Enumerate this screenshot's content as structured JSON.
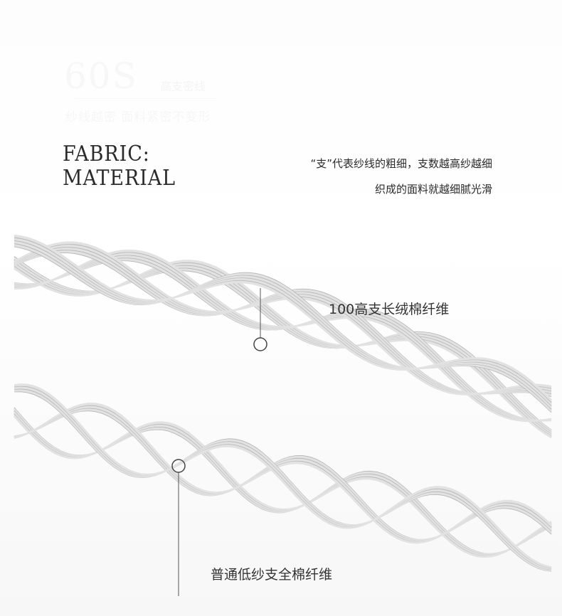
{
  "ghost": {
    "big": "60S",
    "sub": "高支密线",
    "tagline": "纱线越密 面料紧密不变形"
  },
  "heading": {
    "line1": "FABRIC:",
    "line2": "MATERIAL"
  },
  "description": {
    "line1": "“支”代表纱线的粗细，支数越高纱越细",
    "line2": "织成的面料就越细腻光滑"
  },
  "callouts": {
    "high": "100高支长绒棉纤维",
    "low": "普通低纱支全棉纤维"
  },
  "colors": {
    "fiber": "#b9b9b9",
    "fiber_light": "#e2e2e2",
    "text": "#2a2a2a"
  }
}
